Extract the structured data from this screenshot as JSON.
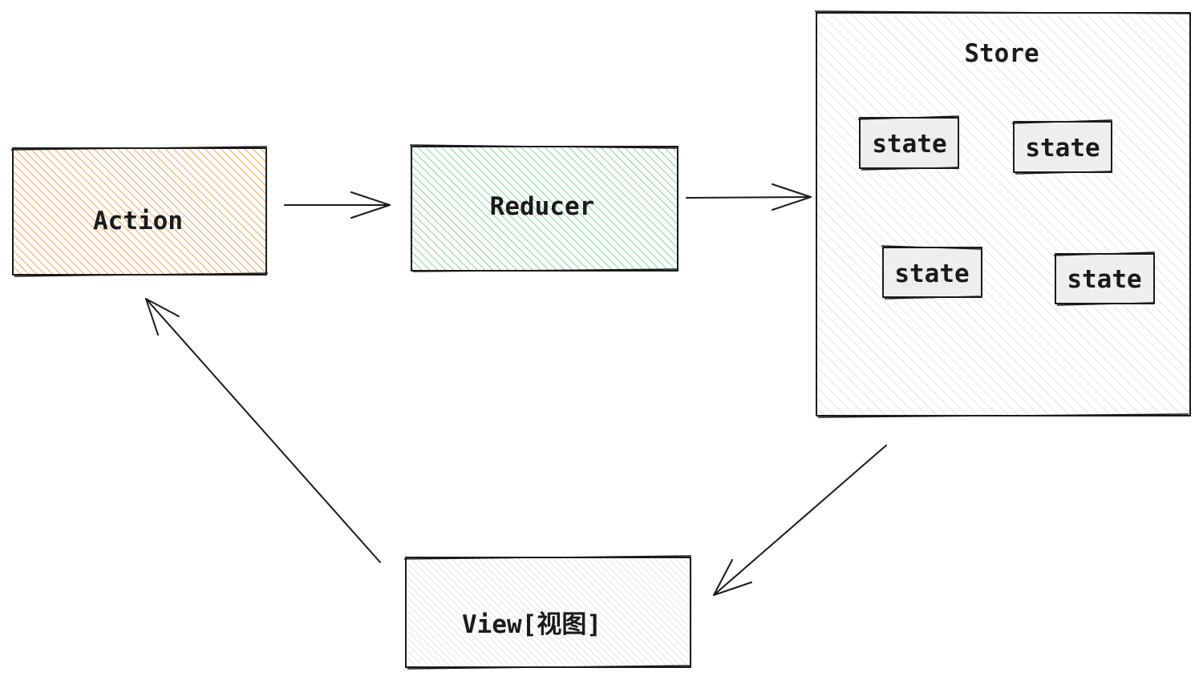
{
  "nodes": {
    "action": {
      "label": "Action",
      "color": "#f08c2e"
    },
    "reducer": {
      "label": "Reducer",
      "color": "#40c057"
    },
    "store": {
      "label": "Store",
      "color": "#c3c7cc",
      "states": [
        {
          "label": "state"
        },
        {
          "label": "state"
        },
        {
          "label": "state"
        },
        {
          "label": "state"
        }
      ]
    },
    "view": {
      "label": "View[视图]",
      "color": "#c3c7cc"
    }
  },
  "edges": [
    {
      "from": "Action",
      "to": "Reducer"
    },
    {
      "from": "Reducer",
      "to": "Store"
    },
    {
      "from": "Store",
      "to": "View[视图]"
    },
    {
      "from": "View[视图]",
      "to": "Action"
    }
  ]
}
